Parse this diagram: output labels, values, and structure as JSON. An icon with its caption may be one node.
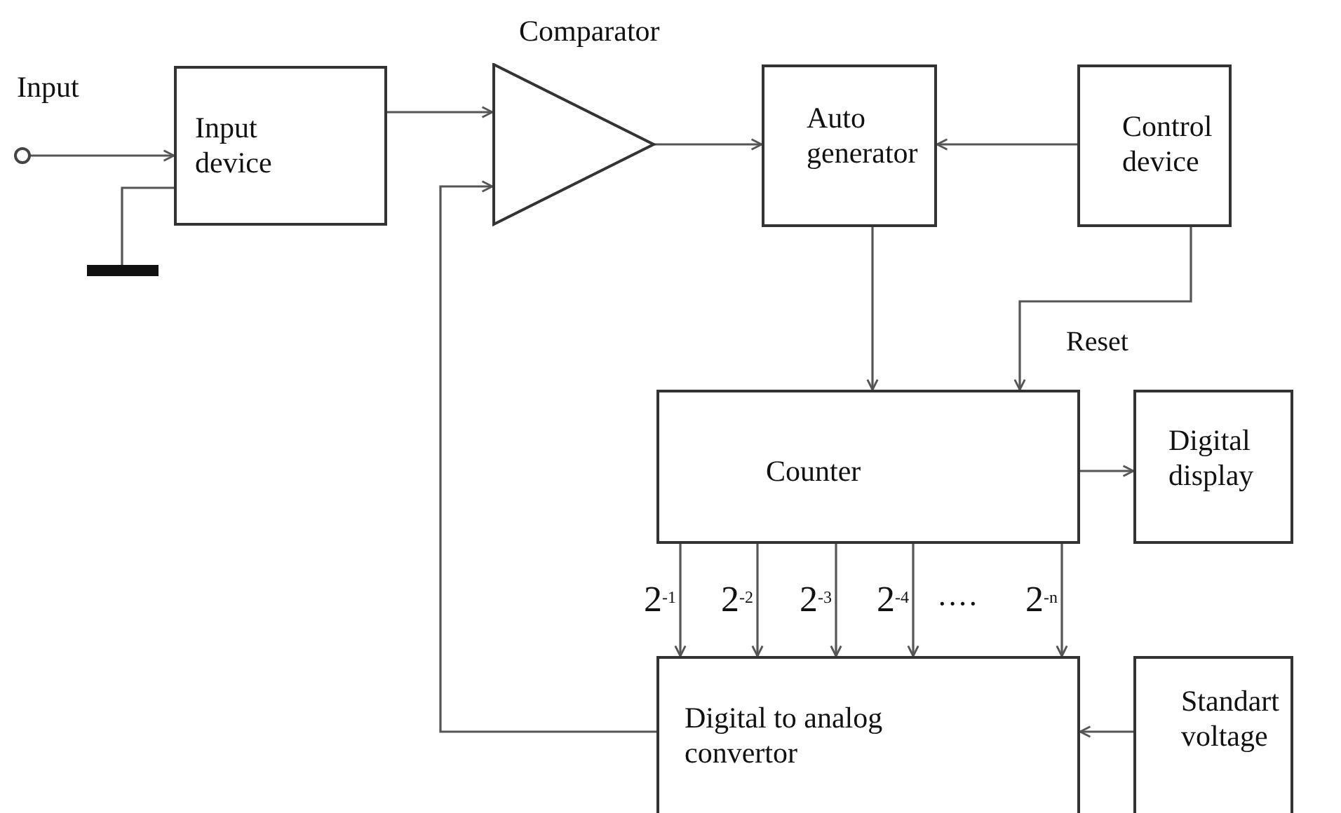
{
  "diagram": {
    "nodes": [
      {
        "text": [
          "Input"
        ]
      },
      {
        "text": [
          "Input device"
        ]
      },
      {
        "text": [],
        "shape": "bar"
      },
      {
        "text": [
          "Comparator"
        ]
      },
      {
        "text": [
          "Auto generator"
        ]
      },
      {
        "text": [
          "Control device"
        ]
      },
      {
        "text": [
          "Counter"
        ]
      },
      {
        "text": [
          "Digital display"
        ]
      },
      {
        "text": [
          "Digital to analog convertor"
        ]
      },
      {
        "text": [
          "Standart voltage"
        ]
      }
    ],
    "edges": [
      {
        "from": 0,
        "to": 1,
        "arrow": "to"
      },
      {
        "from": 1,
        "to": 3,
        "arrow": "to"
      },
      {
        "from": 1,
        "to": 2,
        "arrow": "none"
      },
      {
        "from": 3,
        "to": 4,
        "arrow": "to"
      },
      {
        "from": 5,
        "to": 4,
        "arrow": "to"
      },
      {
        "from": 4,
        "to": 6,
        "arrow": "to"
      },
      {
        "from": 5,
        "to": 6,
        "arrow": "to",
        "label": "Reset"
      },
      {
        "from": 6,
        "to": 7,
        "arrow": "to"
      },
      {
        "from": 6,
        "to": 8,
        "arrow": "to",
        "label": "2$^{-1}$"
      },
      {
        "from": 6,
        "to": 8,
        "arrow": "to",
        "label": "2$^{-2}$"
      },
      {
        "from": 6,
        "to": 8,
        "arrow": "to",
        "label": "2$^{-3}$"
      },
      {
        "from": 6,
        "to": 8,
        "arrow": "to",
        "label": "2$^{-4}$"
      },
      {
        "from": 6,
        "to": 8,
        "arrow": "to",
        "label": "2$^{-n}$"
      },
      {
        "from": 8,
        "to": 3,
        "arrow": "to"
      },
      {
        "from": 9,
        "to": 8,
        "arrow": "to"
      }
    ],
    "labels": [
      "····"
    ]
  }
}
